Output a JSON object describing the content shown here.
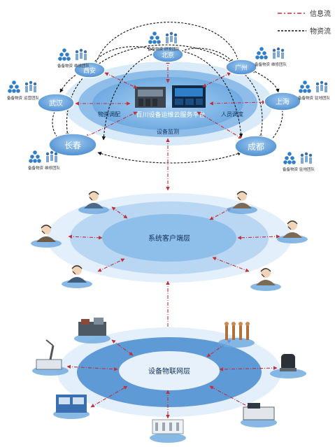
{
  "legend": {
    "info_flow": "信息流",
    "material_flow": "物资流"
  },
  "colors": {
    "info_flow": "#c0303a",
    "material_flow": "#111111",
    "ring_outer": "#d6e8f7",
    "ring_mid": "#9ec8ec",
    "ring_inner": "#5b9bd8",
    "core": "#bcd9f3",
    "node": "#6aa7df",
    "node_text": "#ffffff"
  },
  "cloud": {
    "title": "百川设备运维云服务平台",
    "left_label": "物资调配",
    "right_label": "人员调度",
    "bottom_label": "设备监测"
  },
  "cities": {
    "beijing": "北京",
    "xian": "西安",
    "guangzhou": "广州",
    "wuhan": "武汉",
    "shanghai": "上海",
    "changchun": "长春",
    "chengdu": "成都"
  },
  "resources": {
    "spare_parts": "备备物资",
    "maintenance_team": "维修团队",
    "rd_team": "研发团队",
    "sales_team": "运营团队",
    "field_team": "驻地团队"
  },
  "client_layer": {
    "title": "系统客户端层"
  },
  "iot_layer": {
    "title": "设备物联网层"
  },
  "icons": {
    "person": "headset-operator-icon",
    "spare": "spare-parts-stack-icon",
    "team": "team-people-icon",
    "device": "industrial-device-icon"
  }
}
